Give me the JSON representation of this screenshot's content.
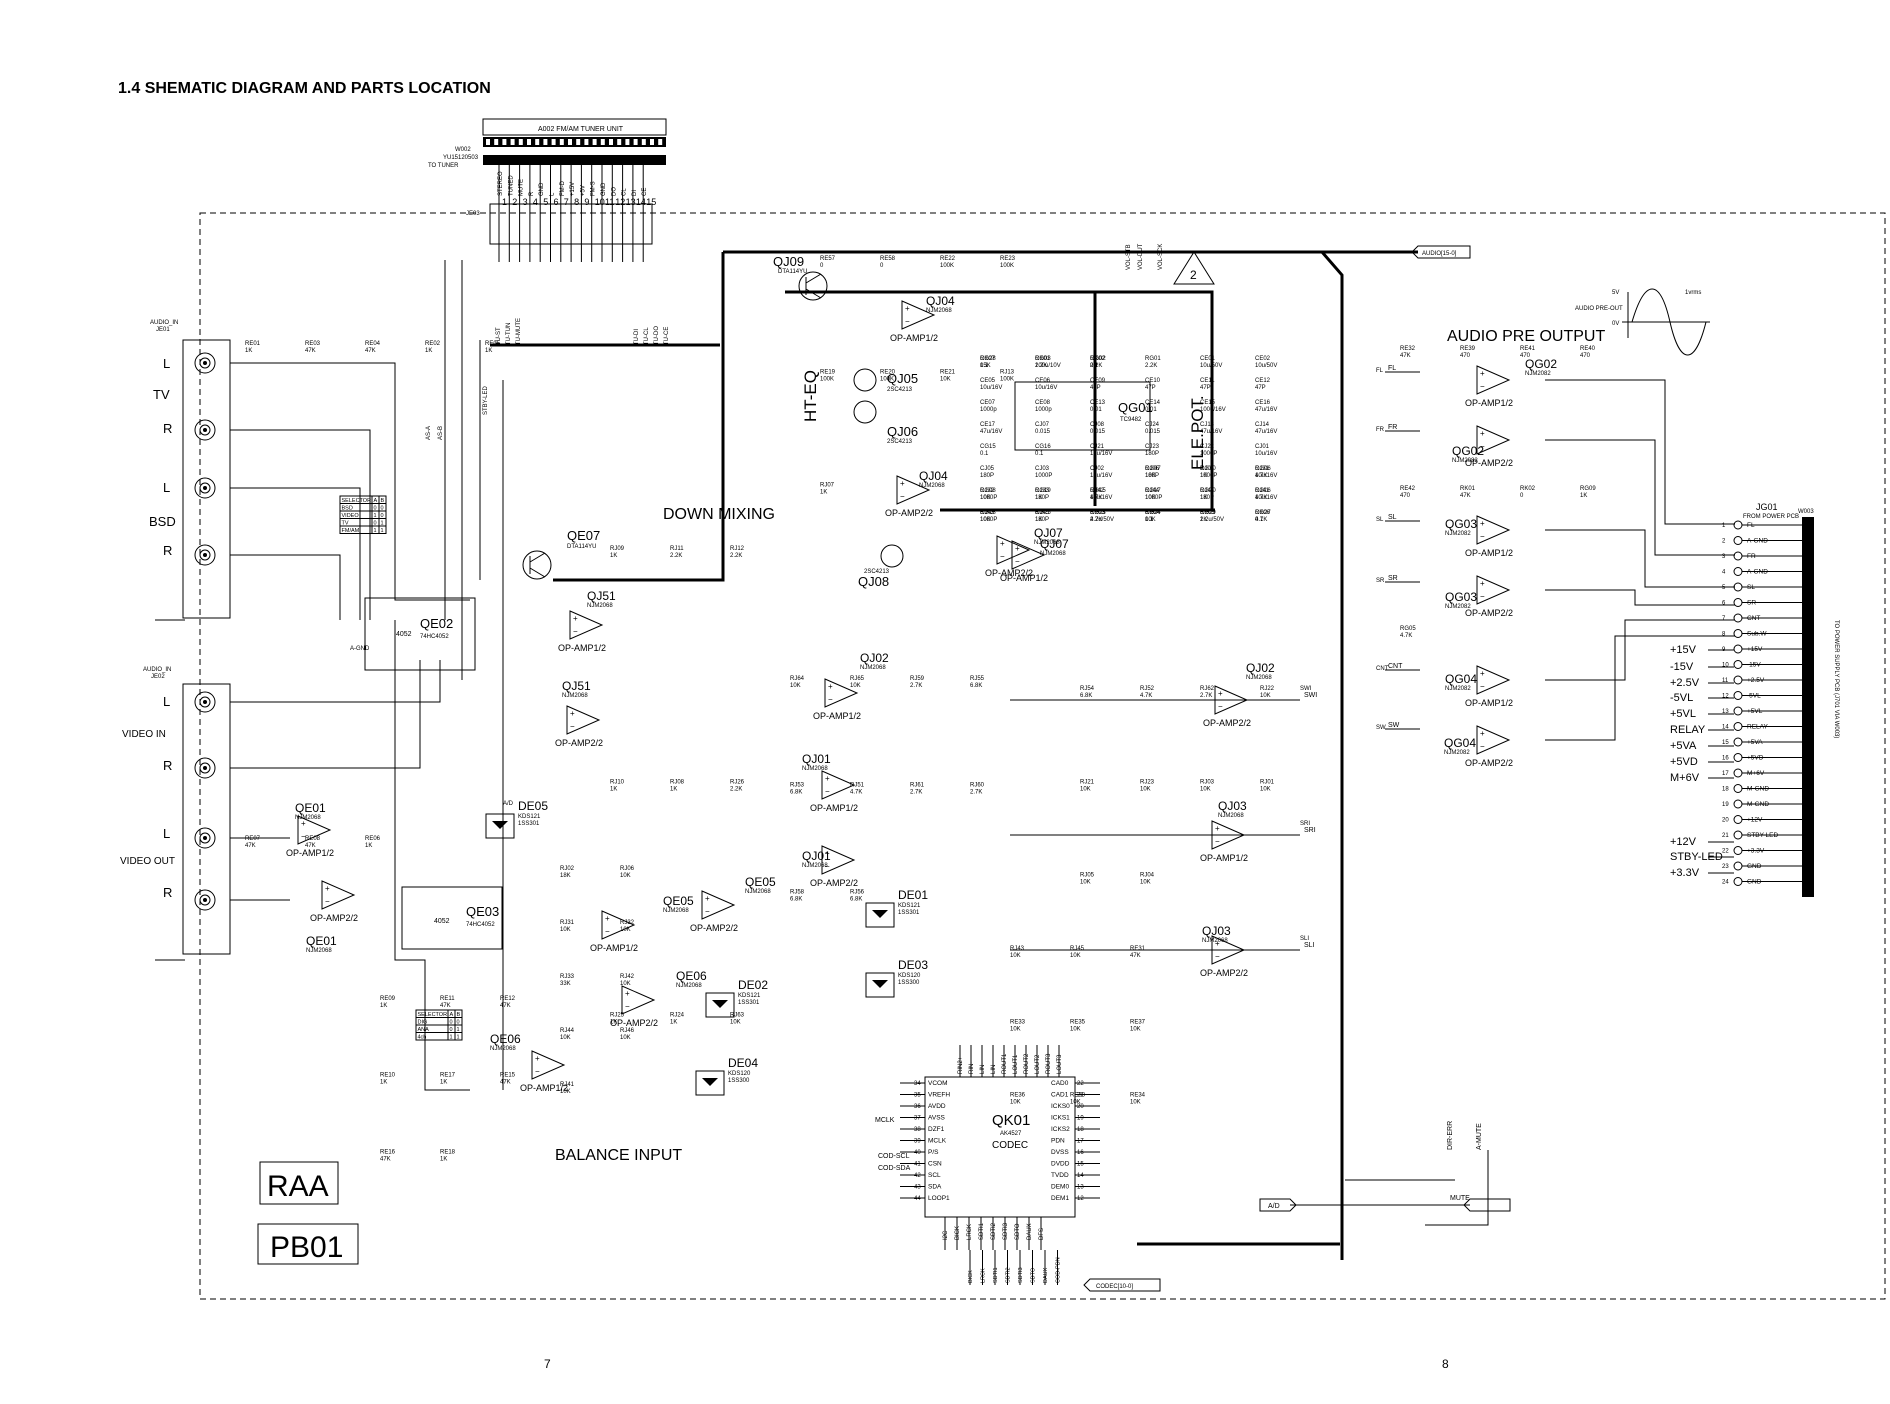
{
  "page_title": "1.4  SHEMATIC DIAGRAM AND PARTS LOCATION",
  "page_numbers": [
    "7",
    "8"
  ],
  "board_labels": {
    "model": "RAA",
    "board": "PB01"
  },
  "tuner": {
    "unit_label": "A002   FM/AM TUNER UNIT",
    "cable_ref": "W002",
    "cable_part": "YU15120503",
    "cable_dest": "TO TUNER",
    "connector_ref": "JE03",
    "pin_numbers": [
      "1",
      "2",
      "3",
      "4",
      "5",
      "6",
      "7",
      "8",
      "9",
      "10",
      "11",
      "12",
      "13",
      "14",
      "15"
    ],
    "pin_signals": [
      "STEREO",
      "TUNED",
      "MUTE",
      "R",
      "GND",
      "L",
      "FM-D",
      "+15V",
      "+5V",
      "FM-S",
      "GND",
      "DO",
      "CL",
      "DI",
      "CE"
    ],
    "net_names": [
      "TU-ST",
      "TU-TUN",
      "TU-MUTE",
      "TU-DI",
      "TU-CL",
      "TU-DO",
      "TU-CE"
    ]
  },
  "sections": {
    "audio_pre_output": "AUDIO PRE OUTPUT",
    "down_mixing": "DOWN MIXING",
    "balance_input": "BALANCE INPUT",
    "ht_eq": "HT-EQ",
    "ele_pot": "ELE.POT.",
    "codec": "CODEC"
  },
  "buses": {
    "audio": "AUDIO[15-0]",
    "codec": "CODEC[10-0]",
    "warning_number": "2"
  },
  "waveform": {
    "title": "AUDIO\nPRE-OUT",
    "v_high": "5V",
    "v_low": "0V",
    "amplitude": "1vrms"
  },
  "inputs": {
    "je01": {
      "title": "AUDIO_IN",
      "ref": "JE01",
      "groups": [
        "TV",
        "BSD"
      ],
      "channels": [
        "L",
        "R"
      ]
    },
    "je02": {
      "title": "AUDIO_IN",
      "ref": "JE02",
      "groups": [
        "VIDEO IN",
        "VIDEO OUT"
      ],
      "channels": [
        "L",
        "R"
      ]
    }
  },
  "selector_table_1": {
    "header": [
      "SELECTOR",
      "A",
      "B"
    ],
    "rows": [
      [
        "BSD",
        "0",
        "0"
      ],
      [
        "VIDEO",
        "1",
        "0"
      ],
      [
        "TV",
        "0",
        "1"
      ],
      [
        "FM/AM",
        "1",
        "1"
      ]
    ]
  },
  "selector_table_2": {
    "header": [
      "SELECTOR",
      "A",
      "B"
    ],
    "rows": [
      [
        "DIG",
        "0",
        "0"
      ],
      [
        "ANA",
        "0",
        "1"
      ],
      [
        "4ch",
        "1",
        "1"
      ]
    ]
  },
  "ics": [
    {
      "ref": "QE02",
      "part": "74HC4052",
      "label": "4052"
    },
    {
      "ref": "QE03",
      "part": "74HC4052",
      "label": "4052"
    },
    {
      "ref": "QG01",
      "part": "TC9482"
    },
    {
      "ref": "QK01",
      "part": "AK4527",
      "label": "CODEC"
    }
  ],
  "opamps": [
    {
      "ref": "QE01",
      "part": "NJM2068",
      "half": "OP-AMP1/2"
    },
    {
      "ref": "QE01",
      "part": "NJM2068",
      "half": "OP-AMP2/2"
    },
    {
      "ref": "QJ04",
      "part": "NJM2068",
      "half": "OP-AMP1/2"
    },
    {
      "ref": "QJ04",
      "part": "NJM2068",
      "half": "OP-AMP2/2"
    },
    {
      "ref": "QJ07",
      "part": "NJM2068",
      "half": "OP-AMP2/2"
    },
    {
      "ref": "QJ07",
      "part": "NJM2068",
      "half": "OP-AMP1/2"
    },
    {
      "ref": "QJ51",
      "part": "NJM2068",
      "half": "OP-AMP1/2"
    },
    {
      "ref": "QJ51",
      "part": "NJM2068",
      "half": "OP-AMP2/2"
    },
    {
      "ref": "QJ02",
      "part": "NJM2068",
      "half": "OP-AMP1/2"
    },
    {
      "ref": "QJ01",
      "part": "NJM2068",
      "half": "OP-AMP1/2"
    },
    {
      "ref": "QJ01",
      "part": "NJM2068",
      "half": "OP-AMP2/2"
    },
    {
      "ref": "QE05",
      "part": "NJM2068",
      "half": "OP-AMP1/2"
    },
    {
      "ref": "QE05",
      "part": "NJM2068",
      "half": "OP-AMP2/2"
    },
    {
      "ref": "QE06",
      "part": "NJM2068",
      "half": "OP-AMP2/2"
    },
    {
      "ref": "QE06",
      "part": "NJM2068",
      "half": "OP-AMP1/2"
    },
    {
      "ref": "QJ02",
      "part": "NJM2068",
      "half": "OP-AMP2/2"
    },
    {
      "ref": "QJ03",
      "part": "NJM2068",
      "half": "OP-AMP1/2"
    },
    {
      "ref": "QJ03",
      "part": "NJM2068",
      "half": "OP-AMP2/2"
    },
    {
      "ref": "QG02",
      "part": "NJM2082",
      "half": "OP-AMP1/2"
    },
    {
      "ref": "QG02",
      "part": "NJM2082",
      "half": "OP-AMP2/2"
    },
    {
      "ref": "QG03",
      "part": "NJM2082",
      "half": "OP-AMP1/2"
    },
    {
      "ref": "QG03",
      "part": "NJM2082",
      "half": "OP-AMP2/2"
    },
    {
      "ref": "QG04",
      "part": "NJM2082",
      "half": "OP-AMP1/2"
    },
    {
      "ref": "QG04",
      "part": "NJM2082",
      "half": "OP-AMP2/2"
    }
  ],
  "transistors": [
    {
      "ref": "QE07",
      "part": "DTA114YU"
    },
    {
      "ref": "QJ09",
      "part": "DTA114YU"
    },
    {
      "ref": "QJ05",
      "part": "2SC4213"
    },
    {
      "ref": "QJ06",
      "part": "2SC4213"
    },
    {
      "ref": "QJ08",
      "part": "2SC4213"
    }
  ],
  "diodes": [
    {
      "ref": "DE05",
      "part": "KDS121",
      "alt": "1SS301"
    },
    {
      "ref": "DE01",
      "part": "KDS121",
      "alt": "1SS301"
    },
    {
      "ref": "DE03",
      "part": "KDS120",
      "alt": "1SS300"
    },
    {
      "ref": "DE02",
      "part": "KDS121",
      "alt": "1SS301"
    },
    {
      "ref": "DE04",
      "part": "KDS120",
      "alt": "1SS300"
    }
  ],
  "codec_pins_left": [
    {
      "n": "34",
      "name": "VCOM"
    },
    {
      "n": "35",
      "name": "VREFH"
    },
    {
      "n": "36",
      "name": "AVDD"
    },
    {
      "n": "37",
      "name": "AVSS"
    },
    {
      "n": "38",
      "name": "DZF1"
    },
    {
      "n": "39",
      "name": "MCLK"
    },
    {
      "n": "40",
      "name": "P/S"
    },
    {
      "n": "41",
      "name": "CSN"
    },
    {
      "n": "42",
      "name": "SCL"
    },
    {
      "n": "43",
      "name": "SDA"
    },
    {
      "n": "44",
      "name": "LOOP1"
    }
  ],
  "codec_pins_right": [
    {
      "n": "22",
      "name": "CAD0"
    },
    {
      "n": "21",
      "name": "CAD1"
    },
    {
      "n": "20",
      "name": "ICKS0"
    },
    {
      "n": "19",
      "name": "ICKS1"
    },
    {
      "n": "18",
      "name": "ICKS2"
    },
    {
      "n": "17",
      "name": "PDN"
    },
    {
      "n": "16",
      "name": "DVSS"
    },
    {
      "n": "15",
      "name": "DVDD"
    },
    {
      "n": "14",
      "name": "TVDD"
    },
    {
      "n": "13",
      "name": "DEM0"
    },
    {
      "n": "12",
      "name": "DEM1"
    }
  ],
  "codec_pins_top": [
    "RIN2+",
    "RIN-",
    "LIN-",
    "LIN",
    "ROUT1",
    "LOUT1",
    "ROUT2",
    "LOUT2",
    "ROUT3",
    "LOUT3"
  ],
  "codec_pins_bottom": [
    "I2C",
    "BICK",
    "LRCK",
    "SDTI1",
    "SDTI2",
    "SDTI3",
    "SDTO",
    "DAUX",
    "DFS"
  ],
  "codec_bus_pins": [
    "BICK",
    "LRCK",
    "SDTI1",
    "SDTI2",
    "SDTI3",
    "SDTO",
    "DAUX",
    "COD-PDN"
  ],
  "codec_aux": [
    "MCLK",
    "COD-SCL",
    "COD-SDA",
    "DIR-ERR",
    "A-MUTE",
    "A/D",
    "MUTE"
  ],
  "pre_output_signals": [
    "FL",
    "FR",
    "SL",
    "SR",
    "CNT",
    "SW"
  ],
  "output_nets": [
    "SWI",
    "SRI",
    "SLI"
  ],
  "jg01": {
    "ref": "JG01",
    "title": "FROM POWER PCB",
    "cable_ref": "W003",
    "cable_note": "TO POWER SUPPLY PCB (J701 VIA W003)",
    "pins": [
      {
        "n": "1",
        "sig": "FL"
      },
      {
        "n": "2",
        "sig": "A-GND"
      },
      {
        "n": "3",
        "sig": "FR"
      },
      {
        "n": "4",
        "sig": "A-GND"
      },
      {
        "n": "5",
        "sig": "SL"
      },
      {
        "n": "6",
        "sig": "SR"
      },
      {
        "n": "7",
        "sig": "CNT"
      },
      {
        "n": "8",
        "sig": "Sub.W"
      },
      {
        "n": "9",
        "sig": "+15V"
      },
      {
        "n": "10",
        "sig": "-15V"
      },
      {
        "n": "11",
        "sig": "+2.5V"
      },
      {
        "n": "12",
        "sig": "-5VL"
      },
      {
        "n": "13",
        "sig": "+5VL"
      },
      {
        "n": "14",
        "sig": "RELAY"
      },
      {
        "n": "15",
        "sig": "+5VA"
      },
      {
        "n": "16",
        "sig": "+5VD"
      },
      {
        "n": "17",
        "sig": "M+6V"
      },
      {
        "n": "18",
        "sig": "M-GND"
      },
      {
        "n": "19",
        "sig": "M-GND"
      },
      {
        "n": "20",
        "sig": "+12V"
      },
      {
        "n": "21",
        "sig": "STBY-LED"
      },
      {
        "n": "22",
        "sig": "+3.3V"
      },
      {
        "n": "23",
        "sig": "GND"
      },
      {
        "n": "24",
        "sig": "GND"
      }
    ],
    "left_labels": [
      "+15V",
      "-15V",
      "+2.5V",
      "-5VL",
      "+5VL",
      "RELAY",
      "+5VA",
      "+5VD",
      "M+6V",
      "+12V",
      "STBY-LED",
      "+3.3V"
    ]
  },
  "passives": [
    "RE01 1K",
    "RE03 47K",
    "RE04 47K",
    "RE02 1K",
    "RE05 1K",
    "RE07 47K",
    "RE08 47K",
    "RE06 1K",
    "RE09 1K",
    "RE11 47K",
    "RE12 47K",
    "RE10 1K",
    "RE17 1K",
    "RE15 47K",
    "RE16 47K",
    "RE18 1K",
    "RE57 0",
    "RE58 0",
    "RE22 100K",
    "RE23 100K",
    "RE19 100K",
    "RE20 100K",
    "RE21 10K",
    "RJ13 100K",
    "RJ07 1K",
    "RJ09 1K",
    "RJ11 2.2K",
    "RJ12 2.2K",
    "RJ10 1K",
    "RJ08 1K",
    "RJ26 2.2K",
    "RJ25 1K",
    "RJ24 1K",
    "RJ63 10K",
    "RJ64 10K",
    "RJ65 10K",
    "RJ59 2.7K",
    "RJ55 6.8K",
    "RJ53 6.8K",
    "RJ51 4.7K",
    "RJ61 2.7K",
    "RJ60 2.7K",
    "RJ58 6.8K",
    "RJ56 6.8K",
    "RJ54 6.8K",
    "RJ52 4.7K",
    "RJ62 2.7K",
    "RJ22 10K",
    "RJ21 10K",
    "RJ23 10K",
    "RJ03 10K",
    "RJ01 10K",
    "RJ05 10K",
    "RJ04 10K",
    "RJ02 18K",
    "RJ06 10K",
    "RJ31 10K",
    "RJ32 10K",
    "RJ33 33K",
    "RJ42 10K",
    "RJ44 10K",
    "RJ46 10K",
    "RJ41 10K",
    "RJ43 10K",
    "RJ45 10K",
    "RE31 47K",
    "RE33 10K",
    "RE35 10K",
    "RE37 10K",
    "RE36 10K",
    "RE38 10K",
    "RE34 10K",
    "RE32 47K",
    "RE39 470",
    "RE41 470",
    "RE40 470",
    "RE42 470",
    "RK01 47K",
    "RK02 0",
    "RG09 1K",
    "RG05 4.7K",
    "RG07 10K",
    "RG10 1K",
    "RG06 4.7K",
    "RG08 10K",
    "RG19 1K",
    "RG15 4.7K",
    "RG17 10K",
    "RG20 1K",
    "RG16 4.7K",
    "RG18 10K",
    "RG25 1K",
    "RG23 4.7K",
    "RG24 10K",
    "RG29 1K",
    "RG27 4.7K",
    "RG28 15K",
    "RG03 2.2K",
    "RG02 2.2K",
    "RG01 2.2K",
    "CE01 10u/50V",
    "CE02 10u/50V",
    "CE05 10u/16V",
    "CE06 10u/16V",
    "CE09 47P",
    "CE10 47P",
    "CE11 47P",
    "CE12 47P",
    "CE07 1000p",
    "CE08 1000p",
    "CE13 0.01",
    "CE14 0.01",
    "CE15 100u/16V",
    "CE16 47u/16V",
    "CE17 47u/16V",
    "CJ07 0.015",
    "CJ08 0.015",
    "CJ24 0.015",
    "CJ13 47u/16V",
    "CJ14 47u/16V",
    "CG15 0.1",
    "CG16 0.1",
    "CJ21 10u/16V",
    "CJ23 180P",
    "CJ22 1000P",
    "CJ01 10u/16V",
    "CJ05 180P",
    "CJ03 1000P",
    "CJ02 10u/16V",
    "CJ06 180P",
    "CJ04 1000P",
    "CJ31 10u/16V",
    "CJ32 1000P",
    "CJ33 180P",
    "CJ42 10u/16V",
    "CJ44 1000P",
    "CJ46 180P",
    "CJ41 10u/16V",
    "CJ43 1000P",
    "CJ45 180P",
    "CK03 2.2u/50V",
    "CK04 0.1",
    "CK05 2.2u/50V",
    "CK06 0.1",
    "CK07 0.1",
    "CK01 100u/10V",
    "CK02 0.1"
  ],
  "misc_labels": [
    "A-GND",
    "A/D",
    "STBY-LED",
    "SRI",
    "SWI",
    "SLI",
    "CNT",
    "FR",
    "SR",
    "SW",
    "SL",
    "FL",
    "VOL-STB",
    "VOL-DUT",
    "VOL-SCK",
    "AS-A",
    "AS-B"
  ],
  "colors": {
    "ink": "#000000",
    "paper": "#ffffff"
  }
}
